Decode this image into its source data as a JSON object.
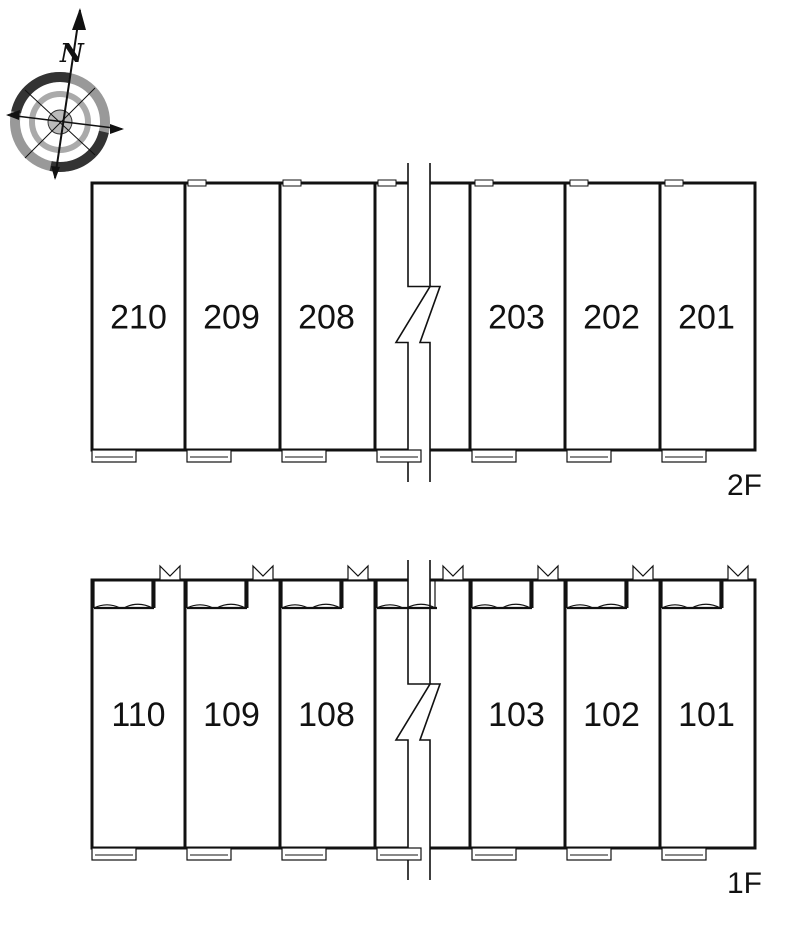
{
  "compass": {
    "label": "N",
    "icon": "compass-rose-icon"
  },
  "floors": [
    {
      "id": "2F",
      "label": "2F",
      "rooms_left": [
        "210",
        "209",
        "208"
      ],
      "rooms_right": [
        "203",
        "202",
        "201"
      ]
    },
    {
      "id": "1F",
      "label": "1F",
      "rooms_left": [
        "110",
        "109",
        "108"
      ],
      "rooms_right": [
        "103",
        "102",
        "101"
      ]
    }
  ],
  "colors": {
    "line": "#111111",
    "grey": "#888888"
  }
}
